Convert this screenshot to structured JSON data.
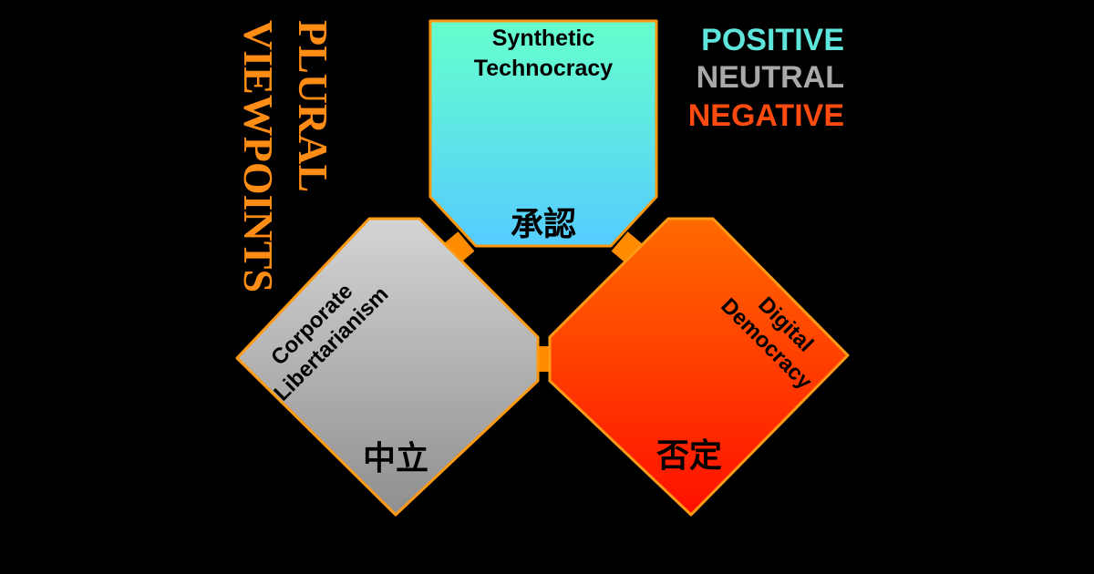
{
  "title": {
    "line1": "PLURAL",
    "line2": "VIEWPOINTS",
    "color": "#ff8c14"
  },
  "legend": [
    {
      "label": "POSITIVE",
      "color": "#5fe6dc"
    },
    {
      "label": "NEUTRAL",
      "color": "#a9a9a9"
    },
    {
      "label": "NEGATIVE",
      "color": "#ff4a10"
    }
  ],
  "nodes": {
    "positive": {
      "name_lines": [
        "Synthetic",
        "Technocracy"
      ],
      "kanji": "承認",
      "gradient": [
        "#66ffcc",
        "#55ccff"
      ]
    },
    "neutral": {
      "name_lines": [
        "Corporate",
        "Libertarianism"
      ],
      "kanji": "中立",
      "gradient": [
        "#d4d4d4",
        "#8f8f8f"
      ]
    },
    "negative": {
      "name_lines": [
        "Digital",
        "Democracy"
      ],
      "kanji": "否定",
      "gradient": [
        "#ff6a00",
        "#ff1000"
      ]
    }
  },
  "colors": {
    "border": "#ff9a14",
    "connector": "#ff8c00",
    "background": "#000000"
  }
}
